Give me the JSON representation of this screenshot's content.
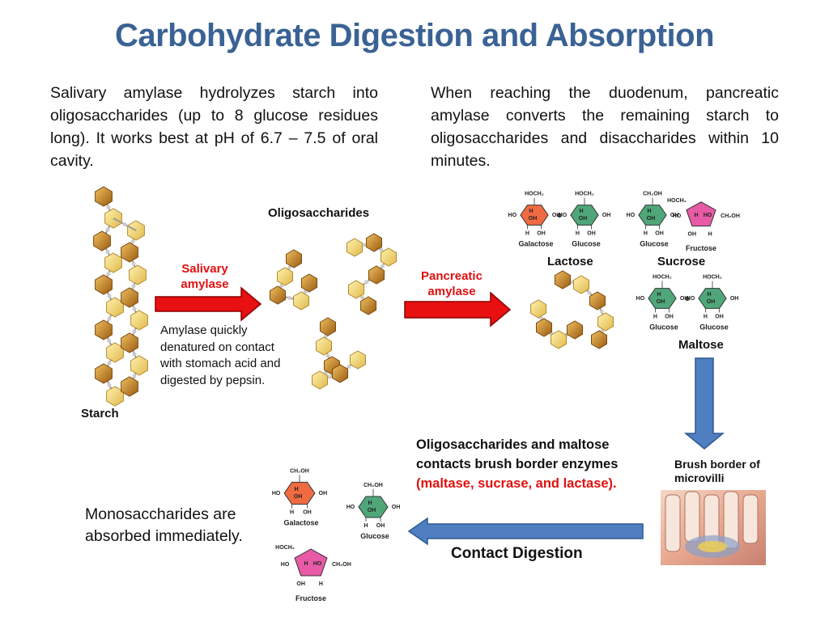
{
  "title": "Carbohydrate Digestion and Absorption",
  "paragraphs": {
    "left": "Salivary amylase hydrolyzes starch into oligosaccharides (up to 8 glucose residues long). It works best at pH of 6.7 – 7.5 of oral cavity.",
    "right": "When reaching the duodenum, pancreatic amylase converts the remaining starch to oligosaccharides and disaccharides  within 10 minutes."
  },
  "labels": {
    "starch": "Starch",
    "oligosaccharides": "Oligosaccharides",
    "salivary_amylase": "Salivary amylase",
    "pancreatic_amylase": "Pancreatic amylase",
    "amylase_note": "Amylase quickly denatured on contact with stomach acid and digested by pepsin.",
    "lactose": "Lactose",
    "sucrose": "Sucrose",
    "maltose": "Maltose",
    "brush_border": "Brush border of microvilli",
    "contact_text_main": "Oligosaccharides and maltose contacts brush border enzymes ",
    "contact_text_enzymes": "(maltase, sucrase, and lactase).",
    "contact_digestion": "Contact Digestion",
    "monosaccharides": "Monosaccharides are absorbed immediately."
  },
  "sugars": {
    "galactose": "Galactose",
    "glucose": "Glucose",
    "fructose": "Fructose"
  },
  "atoms": {
    "ch2oh": "CH₂OH",
    "hoch2": "HOCH₂",
    "h": "H",
    "oh": "OH",
    "ho": "HO",
    "o": "O"
  },
  "colors": {
    "title": "#3a6294",
    "red_arrow": "#e81010",
    "blue_arrow": "#4f7fc0",
    "galactose": "#f06a42",
    "glucose": "#4fa779",
    "fructose": "#e85aa5",
    "starch_dark": "#b8741c",
    "starch_light": "#f2d27a"
  }
}
